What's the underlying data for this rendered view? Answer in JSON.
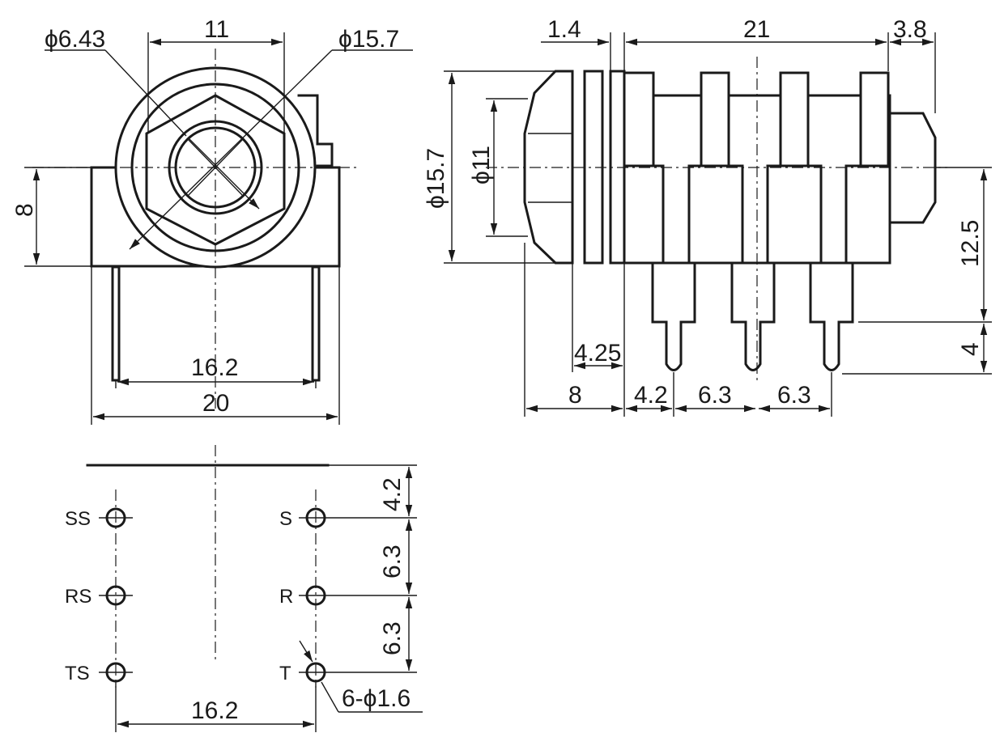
{
  "front_view": {
    "dims": {
      "hole_dia": "ϕ6.43",
      "flat_width": "11",
      "outer_dia": "ϕ15.7",
      "height": "8",
      "pin_spacing": "16.2",
      "body_width": "20"
    }
  },
  "side_view": {
    "dims": {
      "washer": "1.4",
      "body_len": "21",
      "rear": "3.8",
      "thread_dia": "ϕ15.7",
      "inner_dia": "ϕ11",
      "height_right": "12.5",
      "pin_len": "4",
      "nut_len": "4.25",
      "front_len": "8",
      "pitch1": "4.2",
      "pitch2": "6.3",
      "pitch3": "6.3"
    }
  },
  "footprint": {
    "dims": {
      "d1": "4.2",
      "d2": "6.3",
      "d3": "6.3",
      "spacing": "16.2",
      "holes": "6-ϕ1.6"
    },
    "pin_labels": {
      "ss": "SS",
      "rs": "RS",
      "ts": "TS",
      "s": "S",
      "r": "R",
      "t": "T"
    }
  }
}
